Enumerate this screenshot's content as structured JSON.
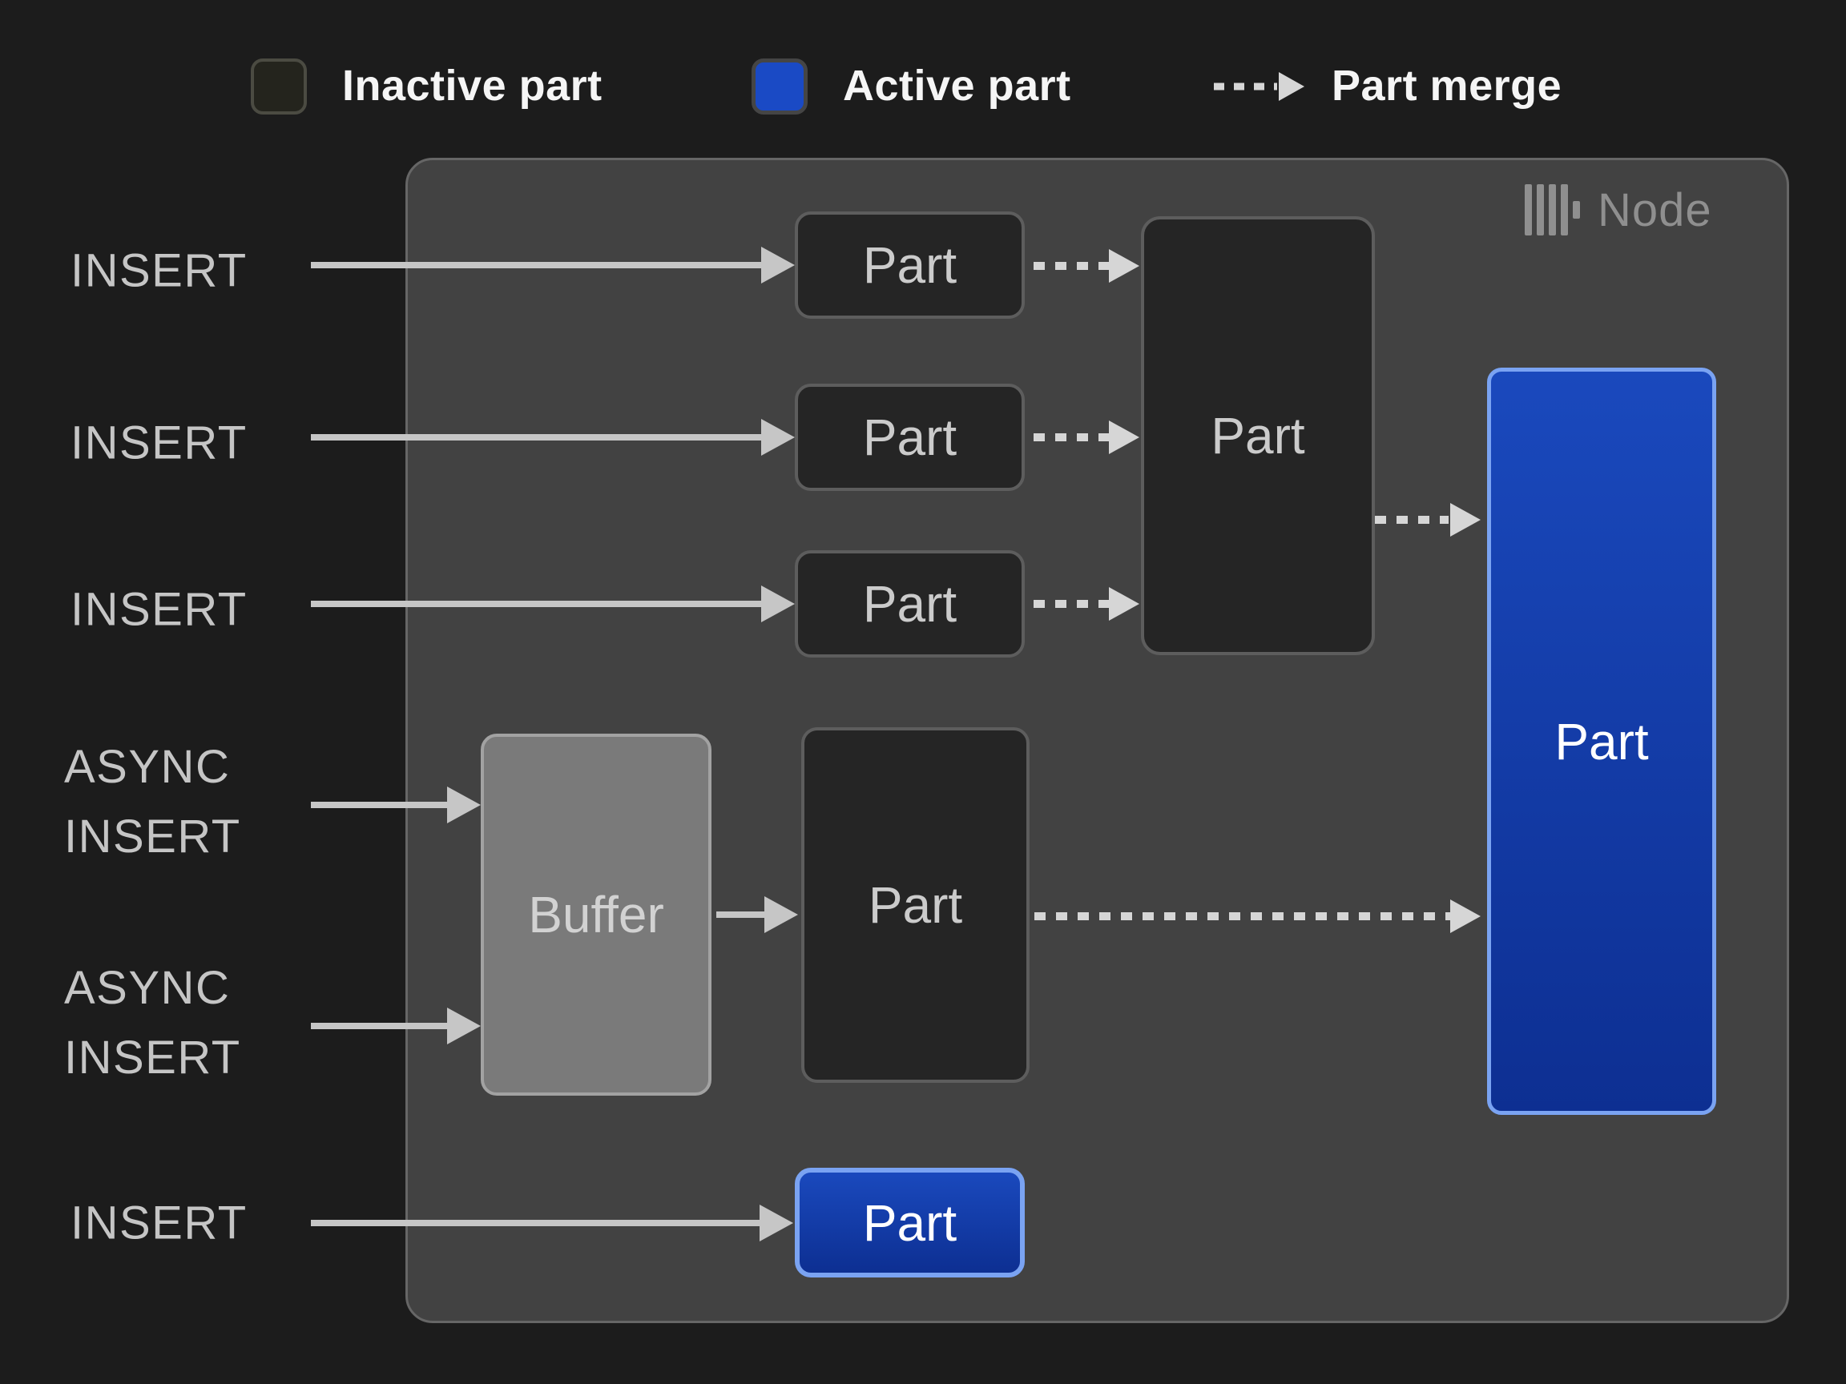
{
  "legend": {
    "inactive_label": "Inactive part",
    "active_label": "Active part",
    "merge_label": "Part merge"
  },
  "node": {
    "title": "Node"
  },
  "inputs": {
    "insert_1": "INSERT",
    "insert_2": "INSERT",
    "insert_3": "INSERT",
    "async_1": [
      "ASYNC",
      "INSERT"
    ],
    "async_2": [
      "ASYNC",
      "INSERT"
    ],
    "insert_4": "INSERT"
  },
  "boxes": {
    "part_1": "Part",
    "part_2": "Part",
    "part_3": "Part",
    "merged_part": "Part",
    "buffer": "Buffer",
    "buffered_part": "Part",
    "active_part_large": "Part",
    "active_part_small": "Part"
  },
  "colors": {
    "page_bg": "#1c1c1c",
    "node_bg": "#424242",
    "node_border": "#666666",
    "part_bg": "#252525",
    "part_border": "#5d5d5d",
    "part_text": "#cbcbcb",
    "buffer_bg": "#7a7a7a",
    "buffer_border": "#a2a2a2",
    "active_top": "#1a49bd",
    "active_bottom": "#0d2f92",
    "active_border": "#7aa3f2",
    "arrow_solid": "#c6c6c6",
    "arrow_dashed": "#d6d6d6",
    "label_text": "#c5c5c5",
    "legend_text": "#f5f5f5",
    "node_title": "#8f8f8f",
    "inactive_swatch_bg": "#24241d",
    "inactive_swatch_border": "#4b4b42",
    "active_swatch_bg": "#1a4ac5",
    "active_swatch_border": "#454545"
  }
}
